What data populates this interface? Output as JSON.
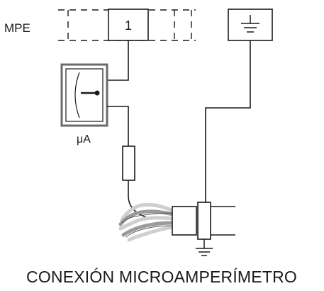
{
  "labels": {
    "bus": "MPE",
    "terminal": "1",
    "meter_unit": "μA",
    "caption": "CONEXIÓN MICROAMPERÍMETRO"
  },
  "icons": {
    "meter": "microammeter-icon",
    "ground_box": "ground-symbol-icon",
    "ground_bottom": "ground-symbol-icon",
    "resistor": "resistor-icon",
    "cable": "cable-icon"
  },
  "colors": {
    "ink": "#1a1a1a",
    "meter_frame": "#6b6b6b",
    "cable_light": "#cfcfcf",
    "cable_mid": "#9a9a9a",
    "cable_dark": "#555555"
  }
}
